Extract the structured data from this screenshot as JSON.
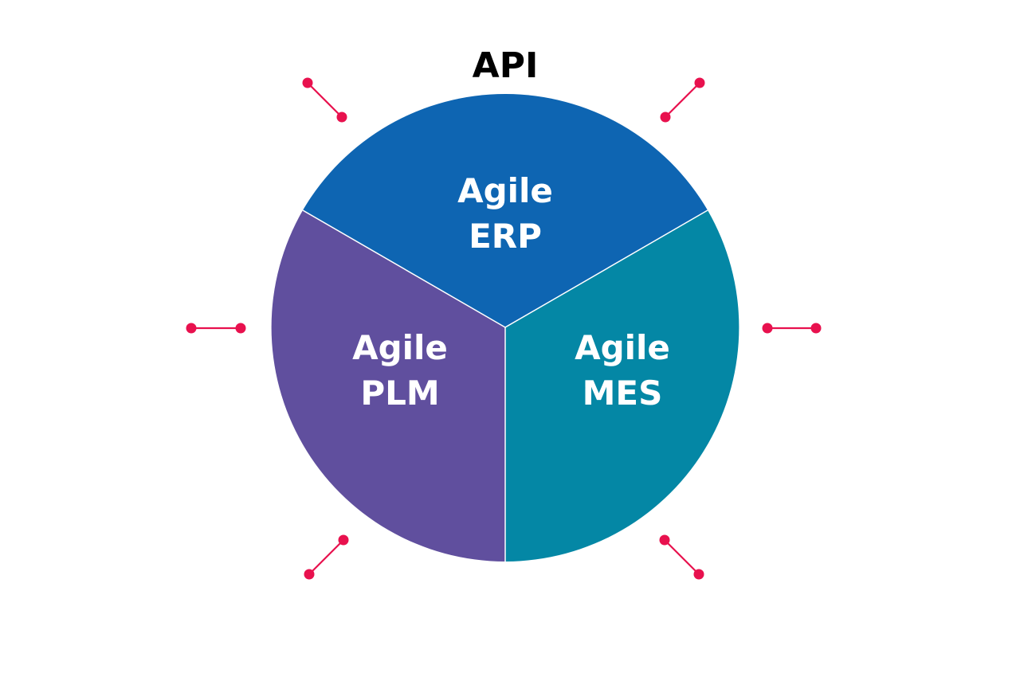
{
  "title": "API",
  "colors": {
    "erp": "#0E65B2",
    "mes": "#0487A5",
    "plm": "#604F9E",
    "connector": "#E8114E",
    "title": "#000000",
    "label": "#FFFFFF"
  },
  "segments": [
    {
      "id": "erp",
      "line1": "Agile",
      "line2": "ERP"
    },
    {
      "id": "mes",
      "line1": "Agile",
      "line2": "MES"
    },
    {
      "id": "plm",
      "line1": "Agile",
      "line2": "PLM"
    }
  ],
  "connectors": [
    {
      "id": "top-left",
      "icon": "connector-node-icon"
    },
    {
      "id": "top-right",
      "icon": "connector-node-icon"
    },
    {
      "id": "left",
      "icon": "connector-node-icon"
    },
    {
      "id": "right",
      "icon": "connector-node-icon"
    },
    {
      "id": "bottom-left",
      "icon": "connector-node-icon"
    },
    {
      "id": "bottom-right",
      "icon": "connector-node-icon"
    }
  ]
}
